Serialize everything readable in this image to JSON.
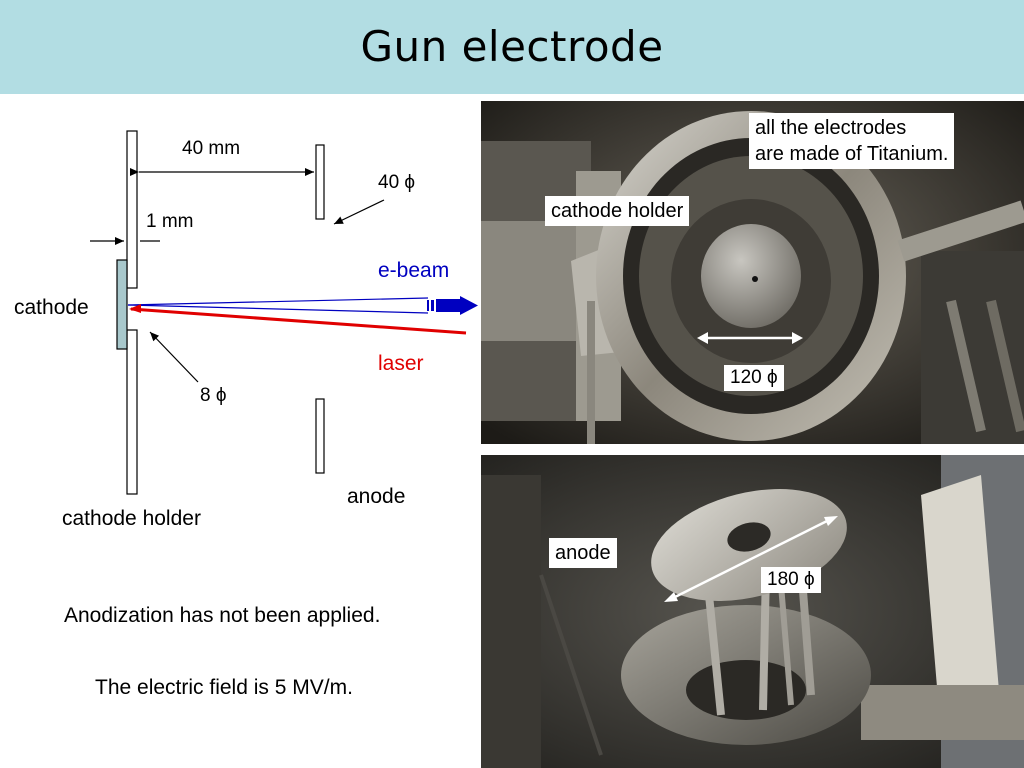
{
  "slide": {
    "title": "Gun electrode"
  },
  "diagram": {
    "dim_gap": "40 mm",
    "dim_anode_aperture": "40 ϕ",
    "dim_cathode_gap": "1 mm",
    "beam_label": "e-beam",
    "laser_label": "laser",
    "cathode_label": "cathode",
    "dim_cathode_hole": "8 ϕ",
    "anode_label": "anode",
    "cathode_holder_label": "cathode holder",
    "colors": {
      "beam": "#0000c0",
      "laser": "#e00000",
      "cathode": "#a8c8cc"
    }
  },
  "notes": {
    "anodization": "Anodization has not been applied.",
    "field": "The electric field is 5 MV/m."
  },
  "photo_top": {
    "material_note_line1": "all the electrodes",
    "material_note_line2": "are made of Titanium.",
    "cathode_holder_label": "cathode holder",
    "dim_label": "120 ϕ"
  },
  "photo_bottom": {
    "anode_label": "anode",
    "dim_label": "180 ϕ"
  }
}
